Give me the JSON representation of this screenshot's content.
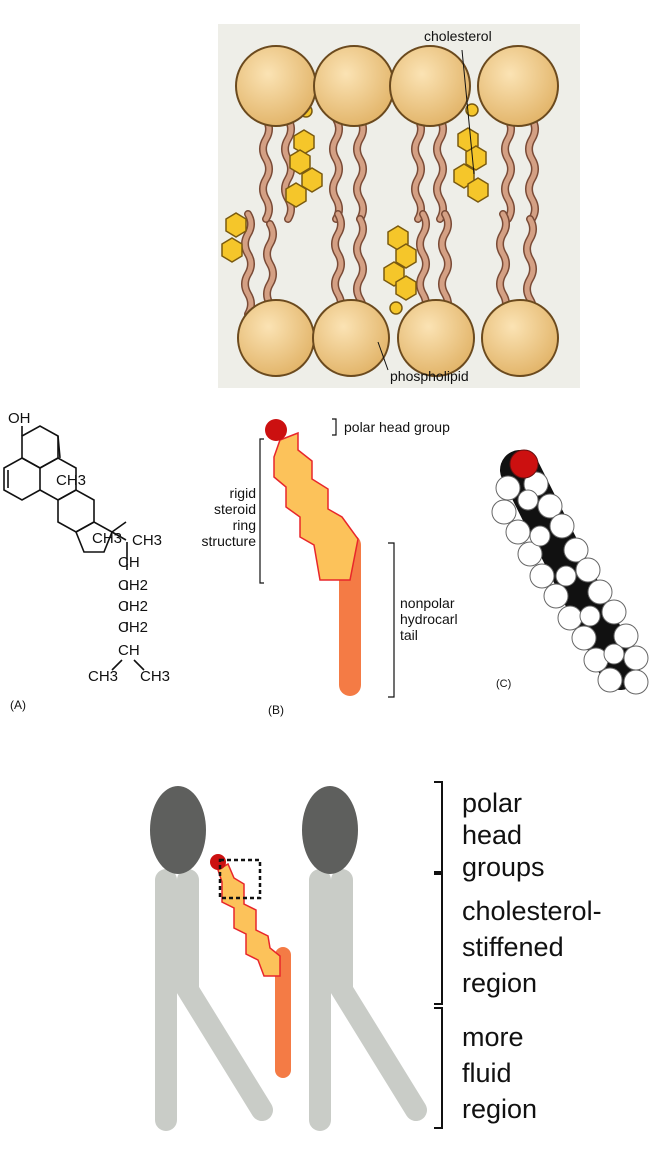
{
  "membrane": {
    "label_cholesterol": "cholesterol",
    "label_phospholipid": "phospholipid"
  },
  "panel_a": {
    "caption": "(A)",
    "oh": "OH",
    "ch3_1": "CH3",
    "ch3_2": "CH3",
    "ch3_3": "CH3",
    "ch": "CH",
    "ch2_1": "CH2",
    "ch2_2": "CH2",
    "ch2_3": "CH2",
    "ch_2": "CH",
    "ch3_left": "CH3",
    "ch3_right": "CH3"
  },
  "panel_b": {
    "caption": "(B)",
    "polar_head": "polar head group",
    "rigid_lines": [
      "rigid",
      "steroid",
      "ring",
      "structure"
    ],
    "nonpolar_lines": [
      "nonpolar",
      "hydrocarl",
      "tail"
    ]
  },
  "panel_c": {
    "caption": "(C)"
  },
  "bilayer_labels": {
    "polar_lines": [
      "polar",
      "head",
      "groups"
    ],
    "stiff_lines": [
      "cholesterol-",
      "stiffened",
      "region"
    ],
    "fluid_lines": [
      "more",
      "fluid",
      "region"
    ]
  },
  "colors": {
    "head_tan": "#e8c27e",
    "tail_pink": "#c99077",
    "sterol_yellow": "#f5c62a",
    "steroid_fill": "#fcc25a",
    "steroid_outline": "#e8262b",
    "tail_orange": "#f47b45",
    "oh_red": "#cc1010",
    "head_gray": "#5e5f5d",
    "tail_gray": "#c9ccc7"
  }
}
